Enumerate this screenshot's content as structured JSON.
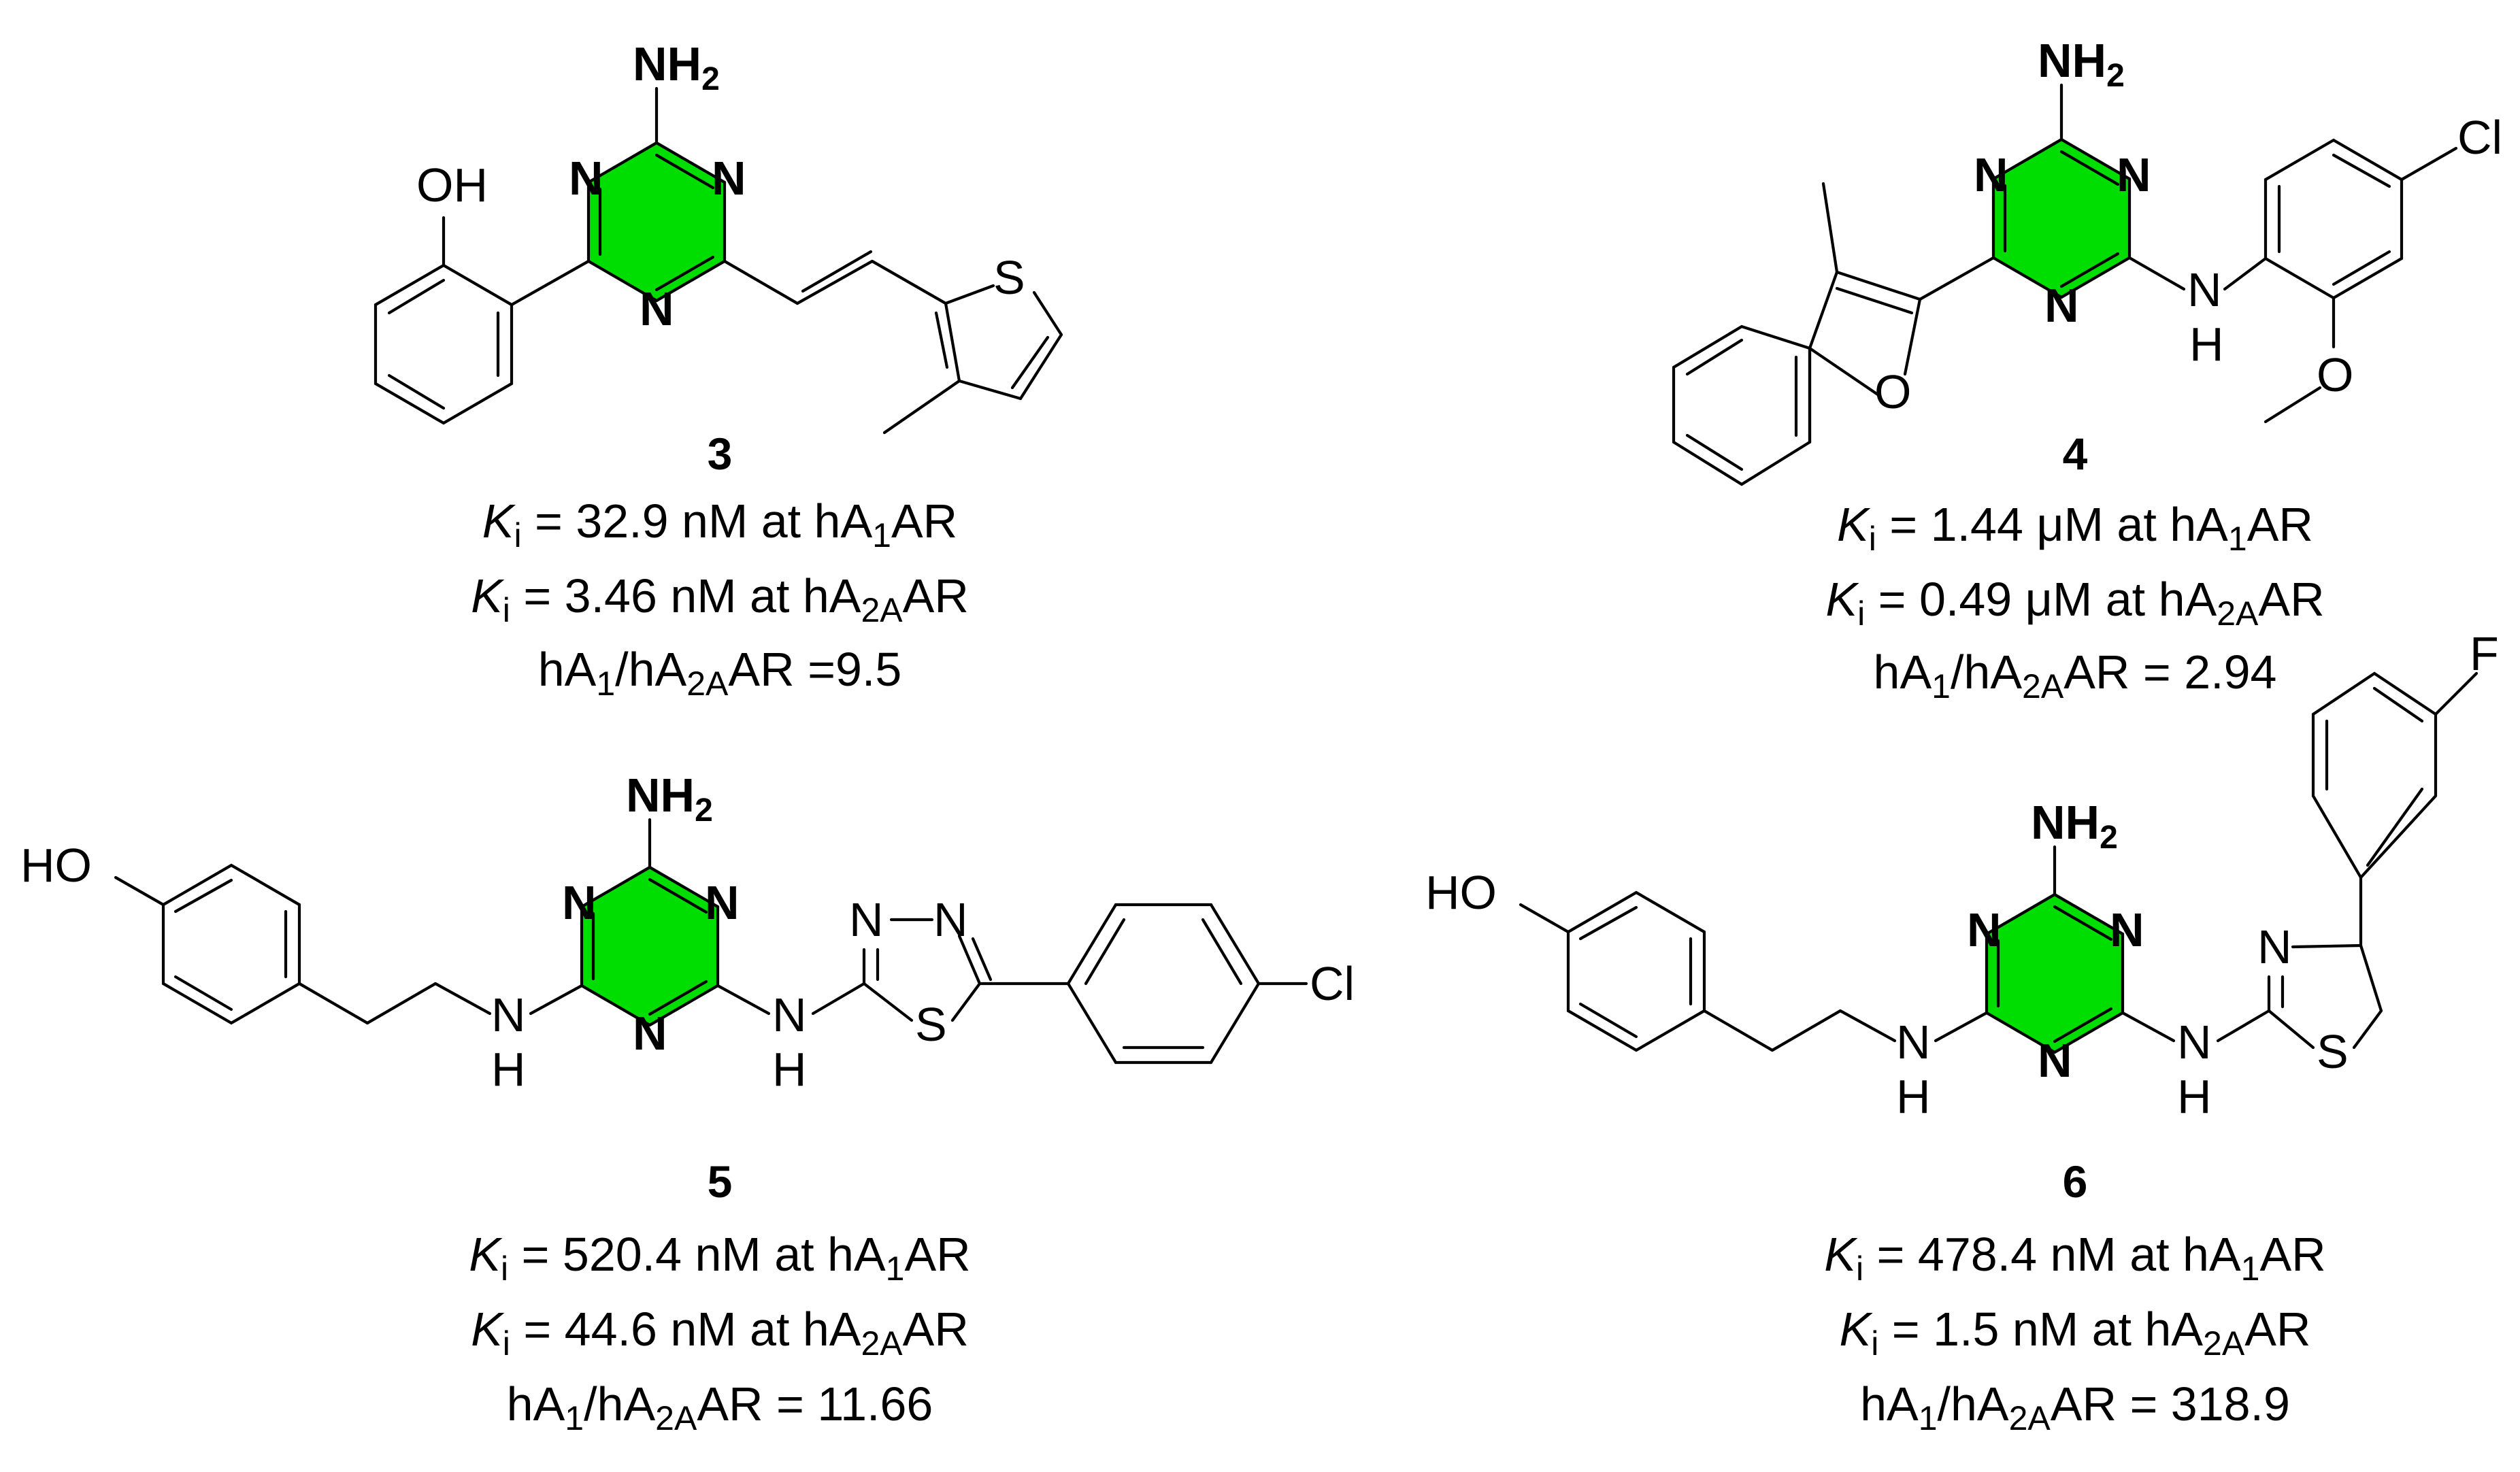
{
  "compounds": [
    {
      "id": "3",
      "ki_a1": {
        "label": "K",
        "sub": "i",
        "text": " = 32.9 nM at hA",
        "receptor_sub": "1",
        "receptor_tail": "AR"
      },
      "ki_a2a": {
        "label": "K",
        "sub": "i",
        "text": " = 3.46 nM at hA",
        "receptor_sub": "2A",
        "receptor_tail": "AR"
      },
      "ratio": {
        "a": "hA",
        "a_sub": "1",
        "b": "/hA",
        "b_sub": "2A",
        "tail": "AR =9.5"
      }
    },
    {
      "id": "4",
      "ki_a1": {
        "label": "K",
        "sub": "i",
        "text": " = 1.44 μM at hA",
        "receptor_sub": "1",
        "receptor_tail": "AR"
      },
      "ki_a2a": {
        "label": "K",
        "sub": "i",
        "text": " = 0.49 μM at hA",
        "receptor_sub": "2A",
        "receptor_tail": "AR"
      },
      "ratio": {
        "a": "hA",
        "a_sub": "1",
        "b": "/hA",
        "b_sub": "2A",
        "tail": "AR = 2.94"
      }
    },
    {
      "id": "5",
      "ki_a1": {
        "label": "K",
        "sub": "i",
        "text": " = 520.4 nM at hA",
        "receptor_sub": "1",
        "receptor_tail": "AR"
      },
      "ki_a2a": {
        "label": "K",
        "sub": "i",
        "text": " = 44.6 nM at hA",
        "receptor_sub": "2A",
        "receptor_tail": "AR"
      },
      "ratio": {
        "a": "hA",
        "a_sub": "1",
        "b": "/hA",
        "b_sub": "2A",
        "tail": "AR = 11.66"
      }
    },
    {
      "id": "6",
      "ki_a1": {
        "label": "K",
        "sub": "i",
        "text": " = 478.4 nM at hA",
        "receptor_sub": "1",
        "receptor_tail": "AR"
      },
      "ki_a2a": {
        "label": "K",
        "sub": "i",
        "text": " = 1.5 nM at hA",
        "receptor_sub": "2A",
        "receptor_tail": "AR"
      },
      "ratio": {
        "a": "hA",
        "a_sub": "1",
        "b": "/hA",
        "b_sub": "2A",
        "tail": "AR = 318.9"
      }
    }
  ],
  "atoms": {
    "nh2": "NH",
    "nh2_sub": "2",
    "n": "N",
    "oh": "OH",
    "ho": "HO",
    "s": "S",
    "o": "O",
    "cl": "Cl",
    "f": "F",
    "nh_n": "N",
    "nh_h": "H"
  },
  "colors": {
    "triazine_highlight": "#00dd00",
    "ink": "#000000"
  }
}
